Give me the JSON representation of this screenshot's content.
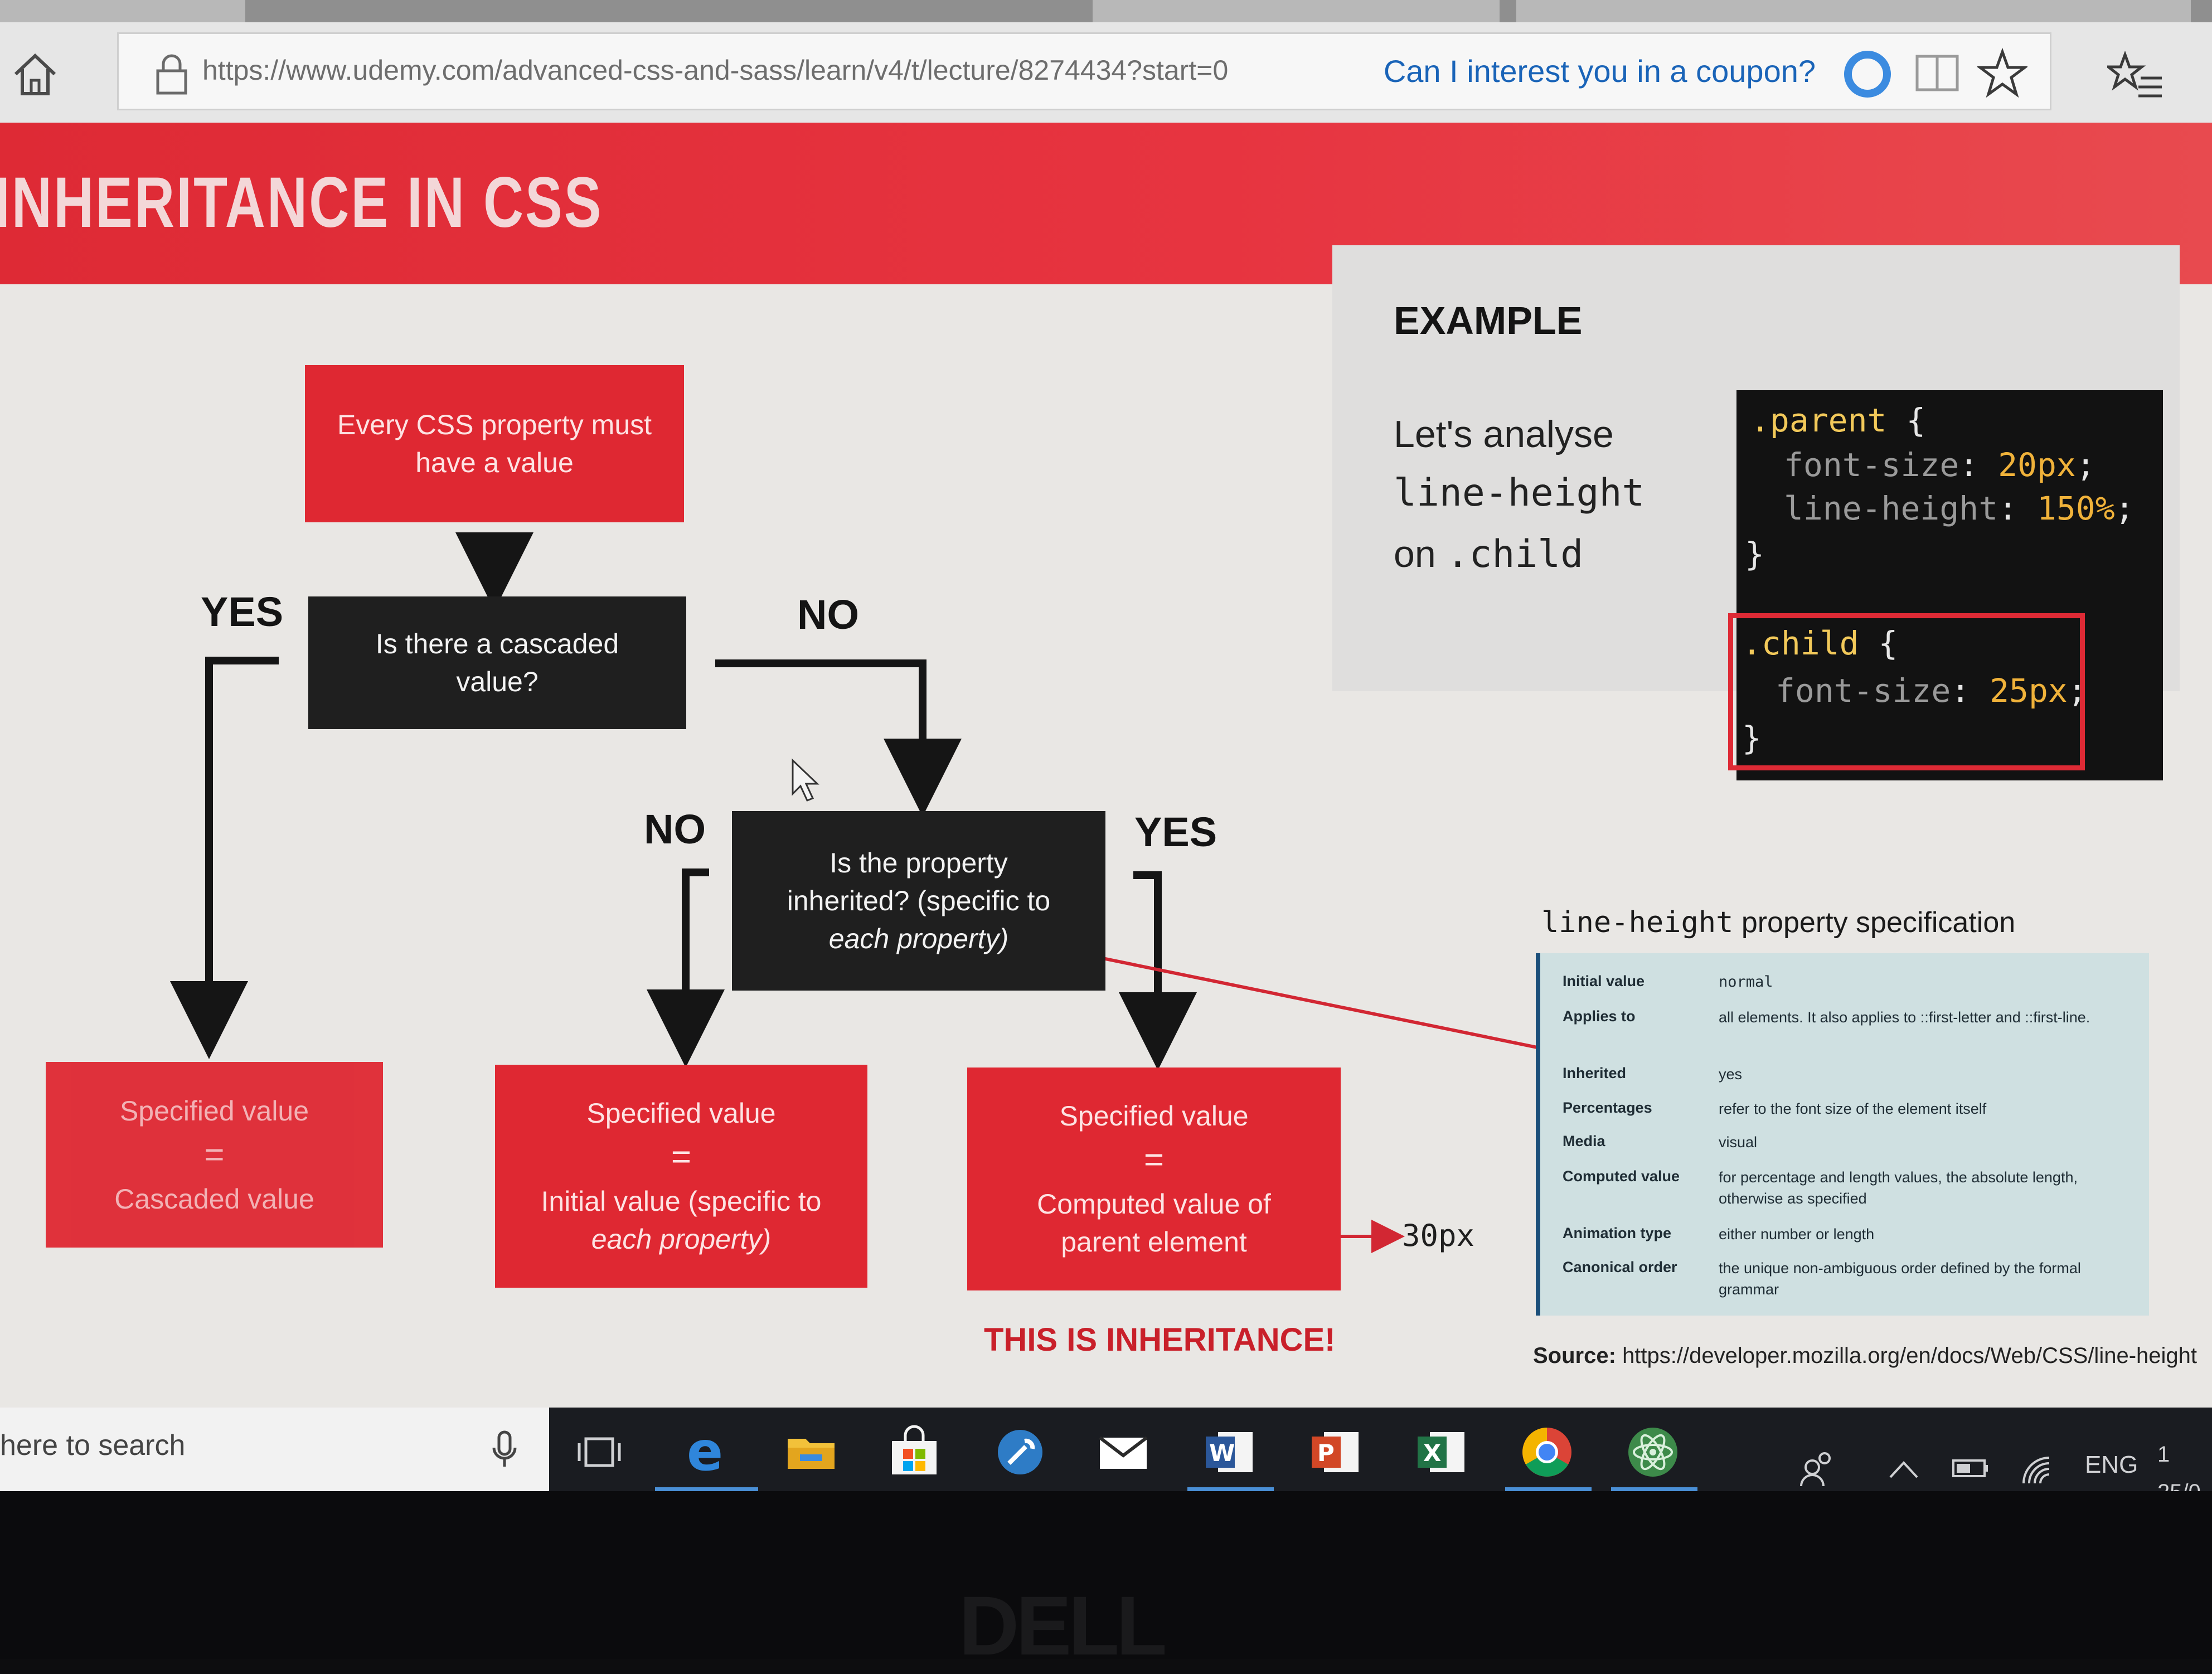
{
  "browser": {
    "url": "https://www.udemy.com/advanced-css-and-sass/learn/v4/t/lecture/8274434?start=0",
    "coupon_prompt": "Can I interest you in a coupon?"
  },
  "slide": {
    "title": "INHERITANCE IN CSS",
    "flow": {
      "start": "Every CSS property must have a value",
      "q1": "Is there a cascaded value?",
      "q2_line1": "Is the property",
      "q2_line2": "inherited? (specific to",
      "q2_line3": "each property)",
      "yes1": "YES",
      "no1": "NO",
      "no2": "NO",
      "yes2": "YES",
      "result_cascaded": {
        "top": "Specified value",
        "eq": "=",
        "bottom": "Cascaded value"
      },
      "result_initial": {
        "top": "Specified value",
        "eq": "=",
        "bottom_line1": "Initial value (specific to",
        "bottom_line2": "each property)"
      },
      "result_computed": {
        "top": "Specified value",
        "eq": "=",
        "bottom_line1": "Computed value of",
        "bottom_line2": "parent element"
      },
      "computed_example": "30px",
      "inheritance_note": "THIS IS INHERITANCE!"
    },
    "example": {
      "heading": "EXAMPLE",
      "line1": "Let's analyse",
      "line2": "line-height",
      "line3_word": "on",
      "line3_code": ".child",
      "code": {
        "parent_selector": ".parent",
        "open": "{",
        "close": "}",
        "parent_prop1": "font-size",
        "parent_val1": "20px",
        "parent_prop2": "line-height",
        "parent_val2": "150%",
        "child_selector": ".child",
        "child_prop1": "font-size",
        "child_val1": "25px",
        "colon": ":",
        "semicolon": ";"
      }
    },
    "spec": {
      "title_code": "line-height",
      "title_rest": " property specification",
      "rows": [
        {
          "key": "Initial value",
          "value": "normal"
        },
        {
          "key": "Applies to",
          "value": "all elements. It also applies to ::first-letter and ::first-line."
        },
        {
          "key": "Inherited",
          "value": "yes"
        },
        {
          "key": "Percentages",
          "value": "refer to the font size of the element itself"
        },
        {
          "key": "Media",
          "value": "visual"
        },
        {
          "key": "Computed value",
          "value": "for percentage and length values, the absolute length, otherwise as specified"
        },
        {
          "key": "Animation type",
          "value": "either number or length"
        },
        {
          "key": "Canonical order",
          "value": "the unique non-ambiguous order defined by the formal grammar"
        }
      ],
      "source_label": "Source:",
      "source_url": "https://developer.mozilla.org/en/docs/Web/CSS/line-height"
    }
  },
  "taskbar": {
    "search_placeholder": "here to search",
    "language": "ENG",
    "clock": "1\n25/0",
    "apps": [
      "task-view-icon",
      "edge-icon",
      "file-explorer-icon",
      "store-icon",
      "settings-tool-icon",
      "mail-icon",
      "word-icon",
      "powerpoint-icon",
      "excel-icon",
      "chrome-icon",
      "atom-icon"
    ]
  },
  "bezel": {
    "brand": "DELL"
  },
  "colors": {
    "accent_red": "#df2832",
    "dark_box": "#1f1f1f",
    "link_blue": "#1a64b8"
  }
}
